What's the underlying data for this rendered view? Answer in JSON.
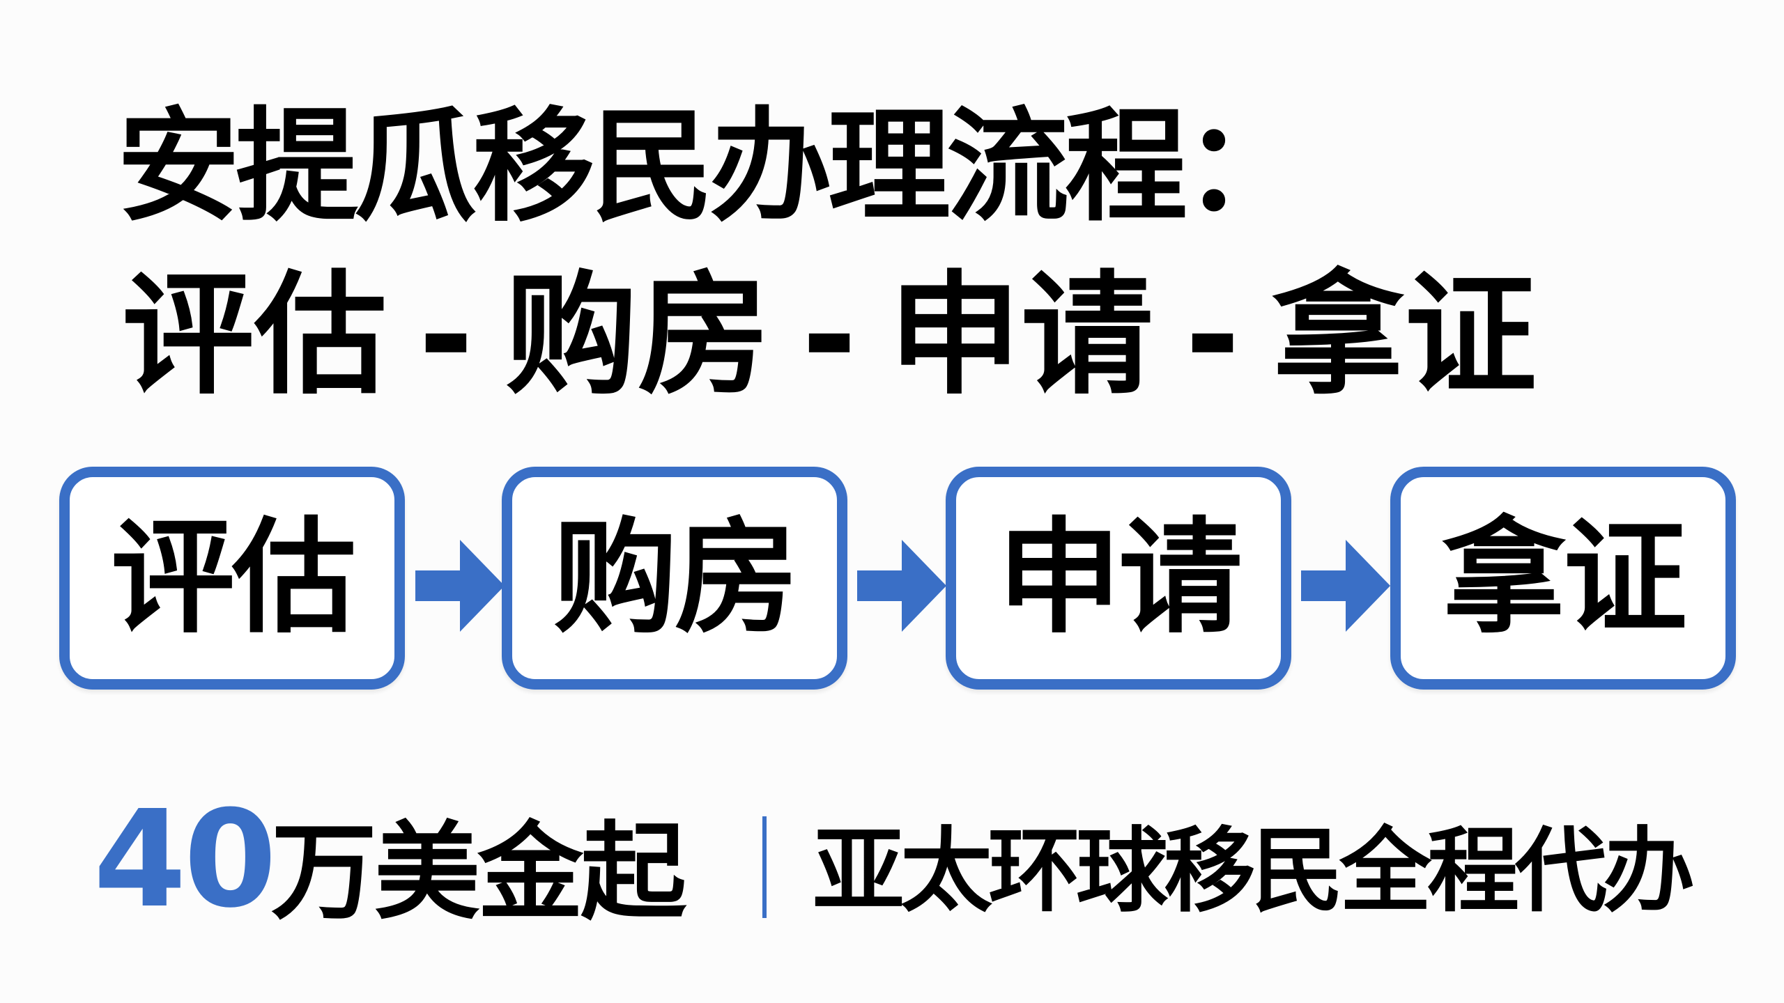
{
  "title": {
    "line1": "安提瓜移民办理流程：",
    "line2_steps": [
      "评估",
      "购房",
      "申请",
      "拿证"
    ],
    "line2_separator": "-"
  },
  "flow": {
    "steps": [
      {
        "label": "评估"
      },
      {
        "label": "购房"
      },
      {
        "label": "申请"
      },
      {
        "label": "拿证"
      }
    ],
    "arrow_icon": "right-arrow-icon"
  },
  "footer": {
    "price_number": "40",
    "price_suffix": "万美金起",
    "divider": "|",
    "service": "亚太环球移民全程代办"
  },
  "colors": {
    "accent": "#3a6fc6",
    "text": "#000000",
    "background": "#fcfcfc"
  }
}
